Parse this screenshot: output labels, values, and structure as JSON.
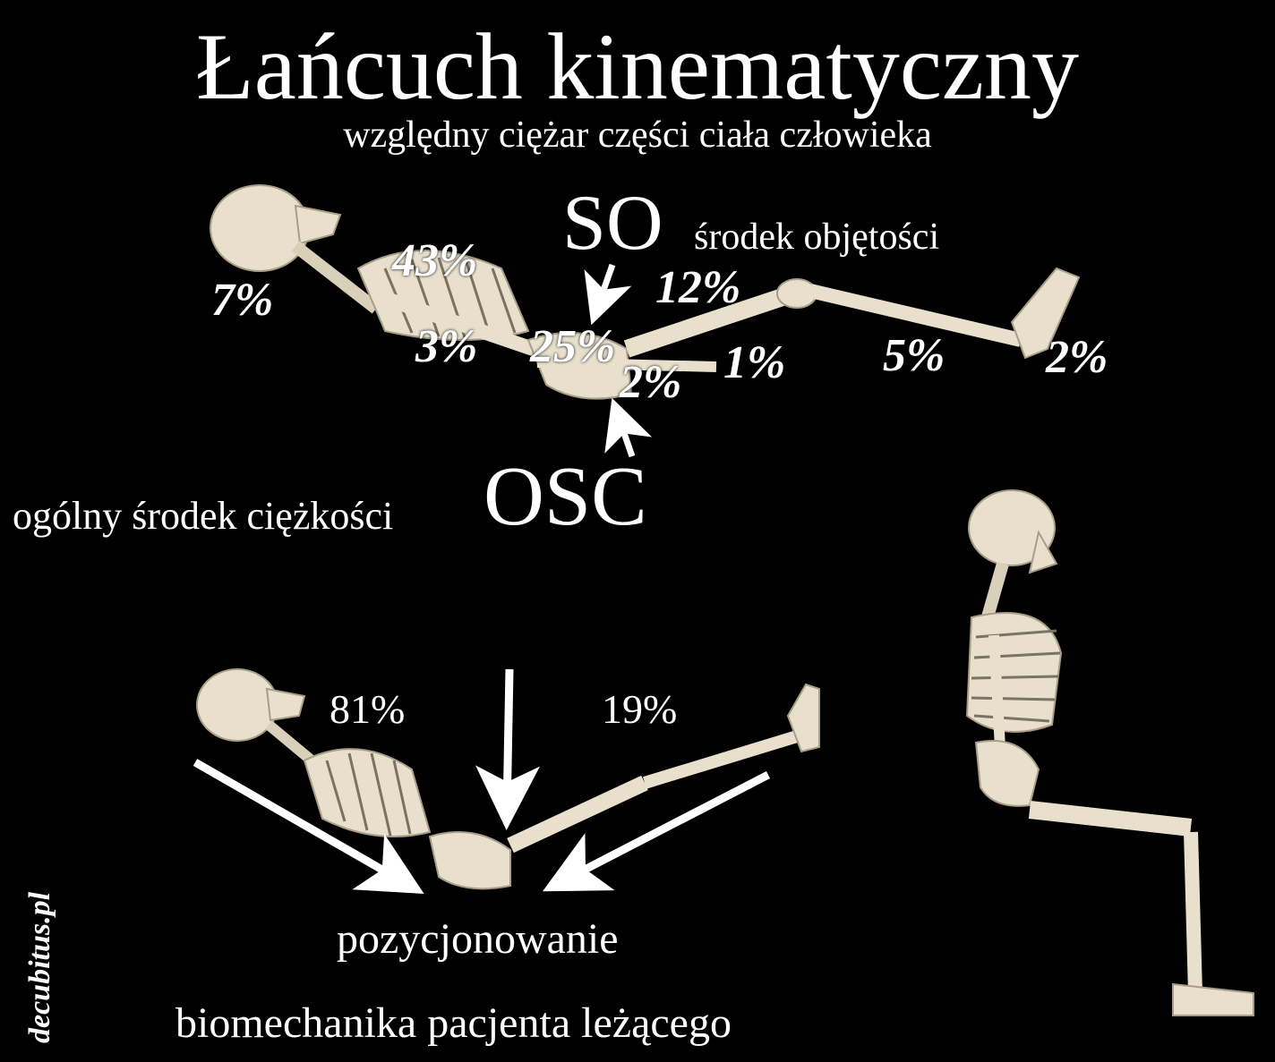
{
  "title": "Łańcuch kinematyczny",
  "subtitle": "względny ciężar części ciała człowieka",
  "so": {
    "abbr": "SO",
    "label": "środek objętości"
  },
  "osc": {
    "abbr": "OSC",
    "label": "ogólny środek ciężkości"
  },
  "segments": {
    "head": "7%",
    "trunk": "43%",
    "arm": "3%",
    "pelvis": "25%",
    "hand": "2%",
    "thigh": "12%",
    "forearm": "1%",
    "shank": "5%",
    "foot": "2%"
  },
  "distribution": {
    "upper": "81%",
    "lower": "19%"
  },
  "positioning": "pozycjonowanie",
  "footer": "biomechanika pacjenta leżącego",
  "brand": "decubitus.pl",
  "colors": {
    "background": "#000000",
    "text": "#ffffff",
    "bone": "#e8e0cc"
  }
}
